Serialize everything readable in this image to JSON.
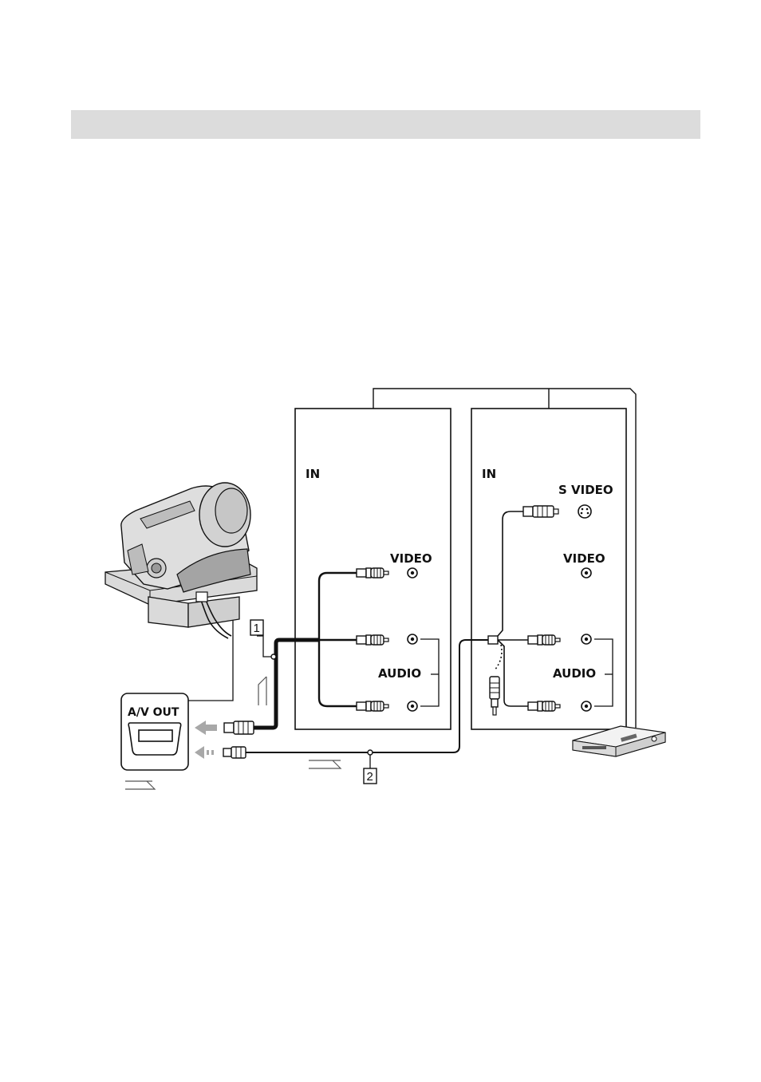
{
  "header": {
    "title": ""
  },
  "panels": {
    "left": {
      "in_label": "IN",
      "video_label": "VIDEO",
      "audio_label": "AUDIO"
    },
    "right": {
      "in_label": "IN",
      "svideo_label": "S VIDEO",
      "video_label": "VIDEO",
      "audio_label": "AUDIO"
    }
  },
  "av_out": {
    "label": "A/V OUT"
  },
  "callouts": {
    "cable_1": "1",
    "cable_2": "2"
  },
  "colors": {
    "line": "#111111",
    "header_bar": "#dcdcdc",
    "device_gray": "#dadada"
  },
  "icons": [
    "camcorder-icon",
    "vcr-icon",
    "av-out-jack-icon",
    "rca-plug-icon",
    "s-video-plug-icon",
    "signal-flow-arrow-icon"
  ]
}
